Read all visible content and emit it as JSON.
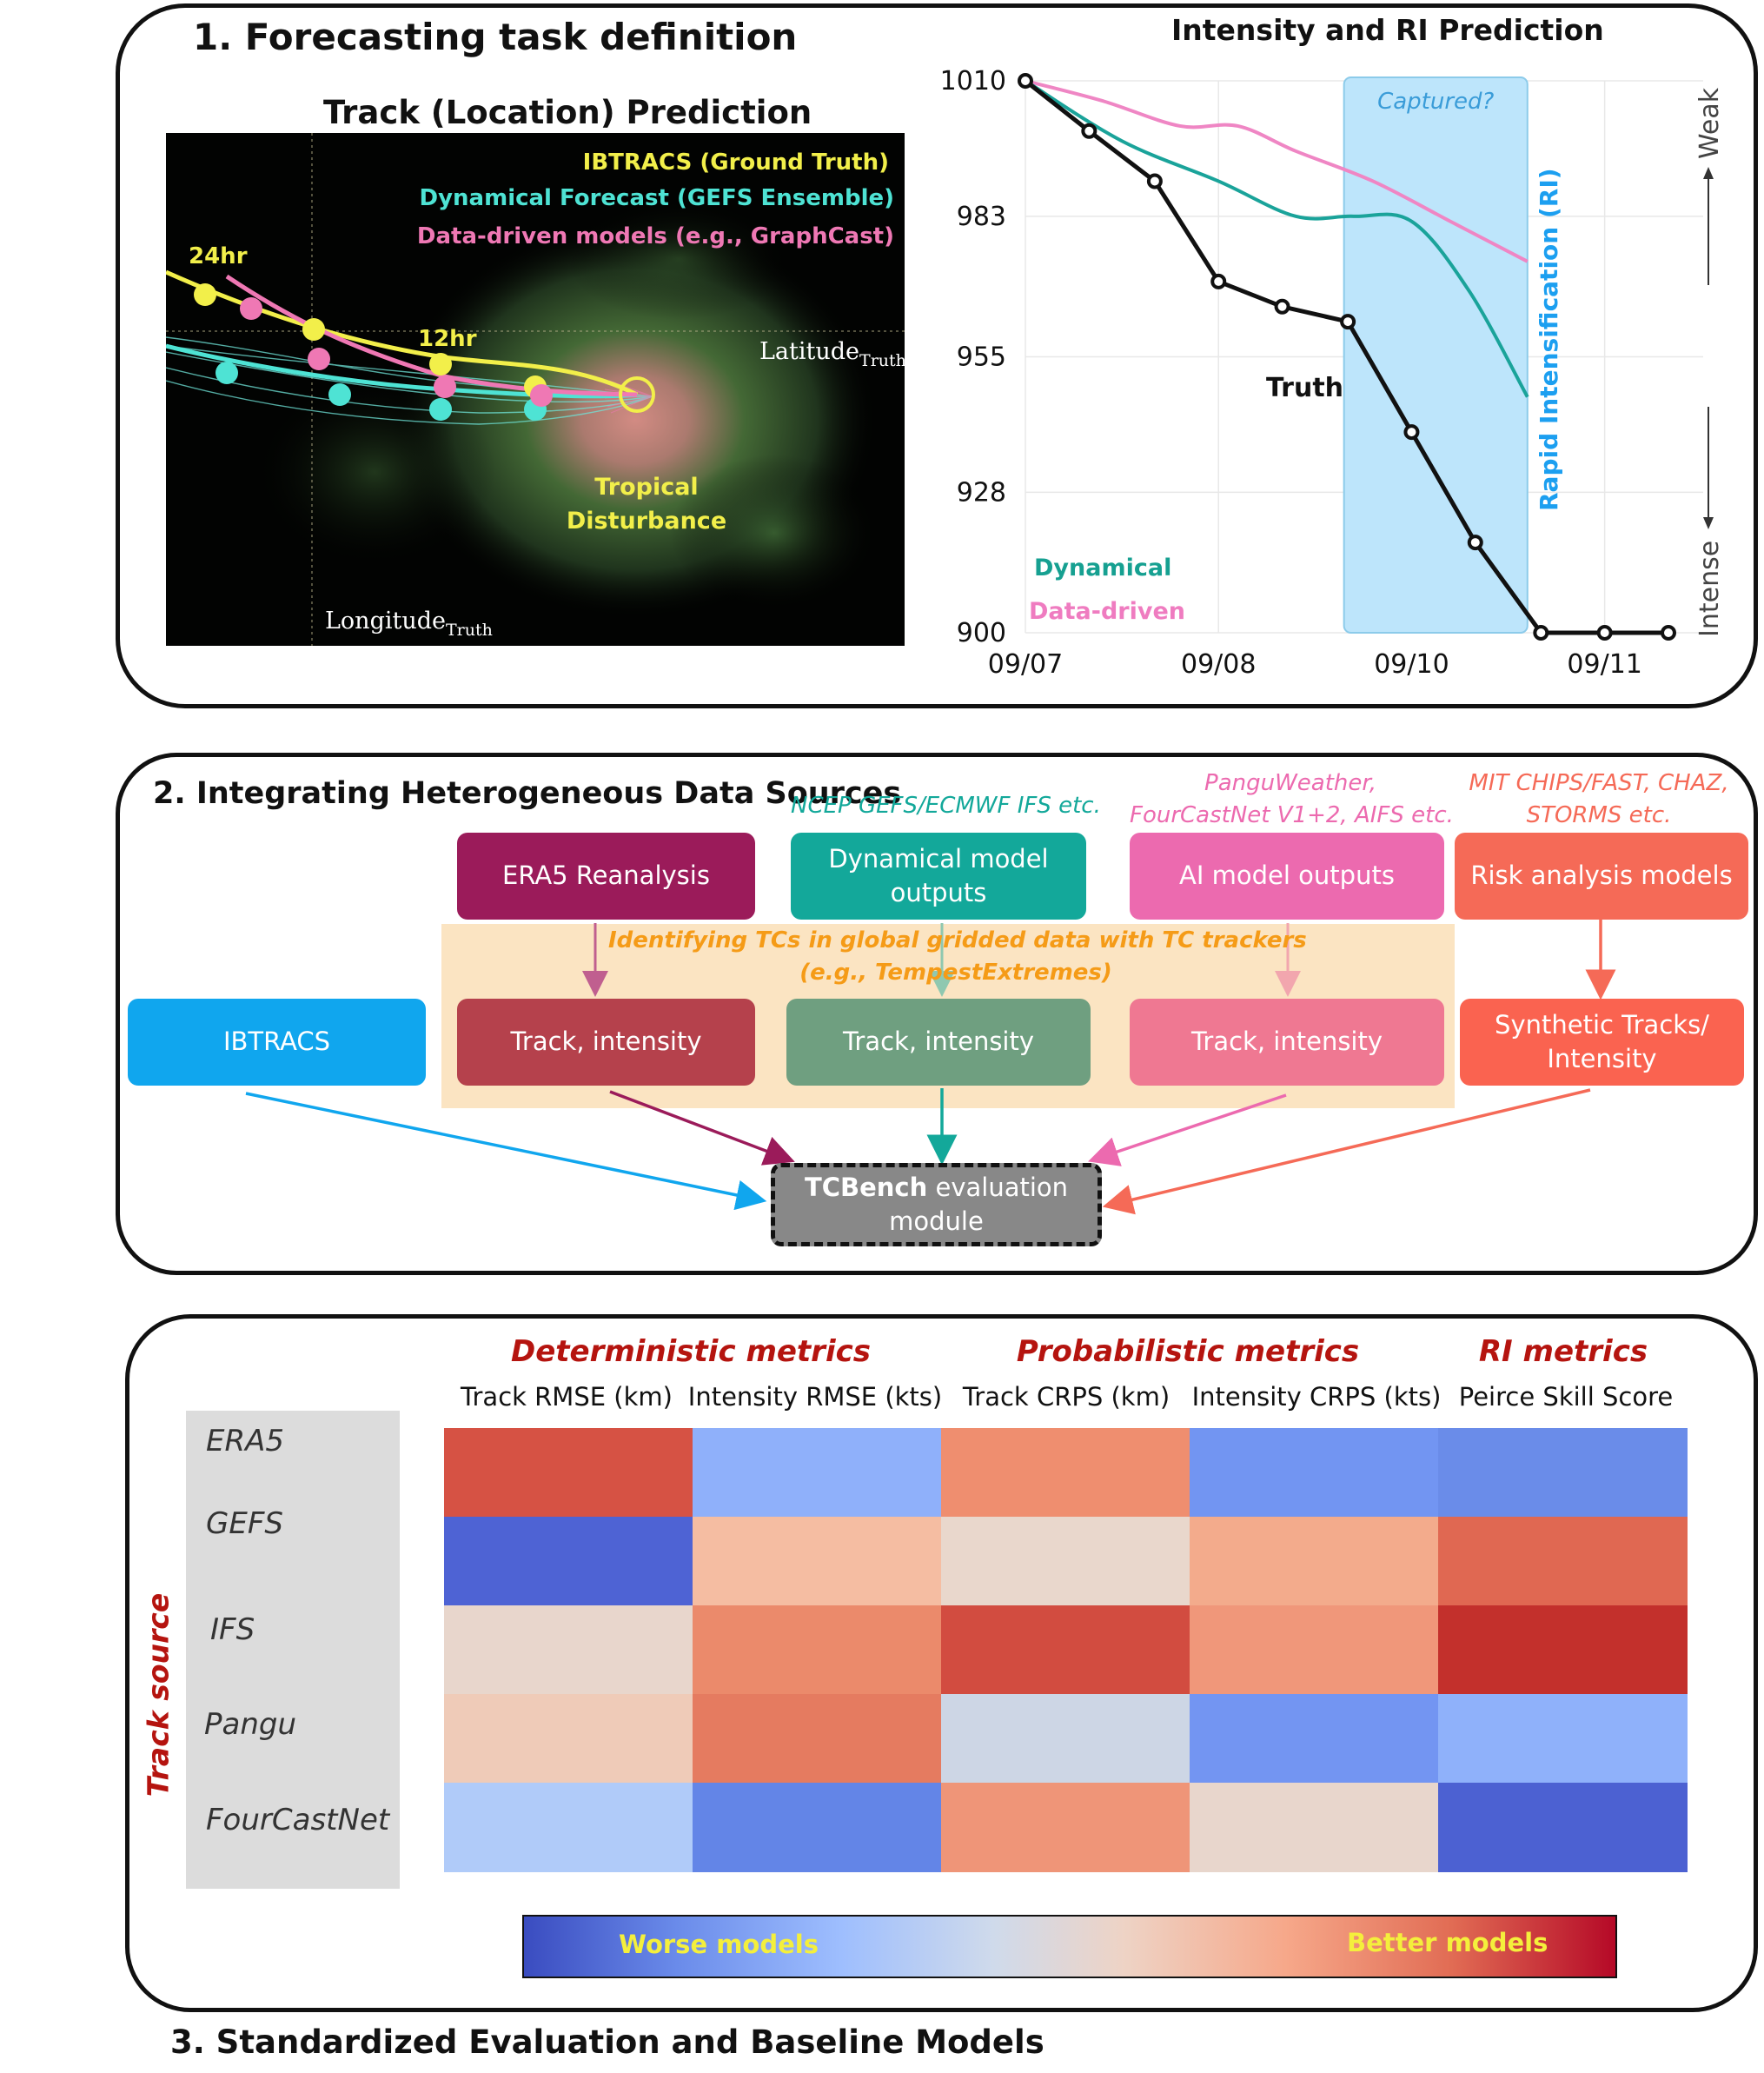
{
  "panel1": {
    "title": "1. Forecasting task definition",
    "track": {
      "title": "Track (Location) Prediction",
      "legend": [
        "IBTRACS (Ground Truth)",
        "Dynamical Forecast (GEFS Ensemble)",
        "Data-driven models (e.g., GraphCast)"
      ],
      "label_24hr": "24hr",
      "label_12hr": "12hr",
      "latitude": "Latitude",
      "longitude": "Longitude",
      "subscript": "Truth",
      "disturbance": [
        "Tropical",
        "Disturbance"
      ],
      "colors": {
        "truth": "#f2ef4a",
        "dynamical": "#4ee3d4",
        "datadriven": "#ef78b4"
      }
    },
    "intensity": {
      "title": "Intensity and RI Prediction",
      "captured": "Captured?",
      "ri_label": "Rapid Intensification (RI)",
      "truth_label": "Truth",
      "dynamical_label": "Dynamical",
      "datadriven_label": "Data-driven",
      "weak": "Weak",
      "intense": "Intense"
    }
  },
  "chart_data": {
    "type": "line",
    "title": "Intensity and RI Prediction",
    "xlabel": "",
    "ylabel": "",
    "x_ticks": [
      "09/07",
      "09/08",
      "09/10",
      "09/11"
    ],
    "y_ticks": [
      1010,
      983,
      955,
      928,
      900
    ],
    "ylim": [
      900,
      1010
    ],
    "series": [
      {
        "name": "Truth",
        "color": "#111111",
        "x": [
          0,
          0.33,
          0.67,
          1.0,
          1.33,
          1.67,
          2.0,
          2.33,
          2.67,
          3.0,
          3.33
        ],
        "y": [
          1010,
          1000,
          990,
          970,
          965,
          962,
          940,
          918,
          900,
          900,
          900
        ]
      },
      {
        "name": "Dynamical",
        "color": "#1aa39a",
        "x": [
          0,
          0.5,
          1.0,
          1.4,
          1.7,
          2.0,
          2.3,
          2.6
        ],
        "y": [
          1010,
          998,
          990,
          983,
          983,
          982,
          968,
          947
        ]
      },
      {
        "name": "Data-driven",
        "color": "#ef86c4",
        "x": [
          0,
          0.4,
          0.8,
          1.1,
          1.4,
          1.8,
          2.2,
          2.6
        ],
        "y": [
          1010,
          1006,
          1001,
          1001,
          996,
          990,
          982,
          974
        ]
      }
    ],
    "highlight": {
      "label": "Captured?",
      "x_range": [
        1.65,
        2.6
      ],
      "color": "#bde5fb"
    },
    "legend": "bottom-left",
    "grid": true
  },
  "panel2": {
    "title": "2. Integrating Heterogeneous Data Sources",
    "notes": {
      "dynamical": "NCEP GEFS/ECMWF IFS etc.",
      "ai": [
        "PanguWeather,",
        "FourCastNet V1+2, AIFS etc."
      ],
      "risk": [
        "MIT CHIPS/FAST, CHAZ,",
        "STORMS etc."
      ],
      "tracker": [
        "Identifying TCs in global gridded data with TC trackers",
        "(e.g., TempestExtremes)"
      ]
    },
    "top_boxes": {
      "era5": "ERA5 Reanalysis",
      "dynamical": [
        "Dynamical model",
        "outputs"
      ],
      "ai": "AI model outputs",
      "risk": "Risk analysis models"
    },
    "mid_boxes": {
      "ibtracs": "IBTRACS",
      "era5_track": "Track, intensity",
      "dyn_track": "Track, intensity",
      "ai_track": "Track, intensity",
      "synthetic": [
        "Synthetic Tracks/",
        "Intensity"
      ]
    },
    "module": {
      "bold": "TCBench",
      "rest": " evaluation",
      "line2": "module"
    },
    "colors": {
      "era5": "#9b1b5a",
      "dynamical": "#13a89a",
      "ai": "#ec6aaf",
      "risk": "#f56a57",
      "ibtracs": "#10a6ee",
      "era5_track": "#b5414c",
      "dyn_track": "#6f9f80",
      "ai_track": "#ef7892",
      "synthetic": "#fa6350",
      "module": "#888888"
    }
  },
  "panel3": {
    "title": "3. Standardized Evaluation and Baseline Models",
    "groups": [
      "Deterministic metrics",
      "Probabilistic metrics",
      "RI metrics"
    ],
    "columns": [
      "Track RMSE (km)",
      "Intensity RMSE (kts)",
      "Track CRPS (km)",
      "Intensity CRPS (kts)",
      "Peirce Skill Score"
    ],
    "rows": [
      "ERA5",
      "GEFS",
      "IFS",
      "Pangu",
      "FourCastNet"
    ],
    "y_axis": "Track source",
    "colorbar": {
      "worse": "Worse models",
      "better": "Better models"
    },
    "heatmap_colors": [
      [
        "#d65244",
        "#8fb0fa",
        "#ef8e6f",
        "#7295f2",
        "#6a8ce9"
      ],
      [
        "#4e63d4",
        "#f5bda2",
        "#e9d7cc",
        "#f3ab8c",
        "#e06852"
      ],
      [
        "#e8d6cc",
        "#eb8a6b",
        "#d24c40",
        "#f0977a",
        "#c3302c"
      ],
      [
        "#efcbb8",
        "#e57b60",
        "#cdd6e5",
        "#7395f2",
        "#8fb1fa"
      ],
      [
        "#b0cbf9",
        "#6385e7",
        "#ef9578",
        "#e8d6cc",
        "#4c61d2"
      ]
    ]
  }
}
